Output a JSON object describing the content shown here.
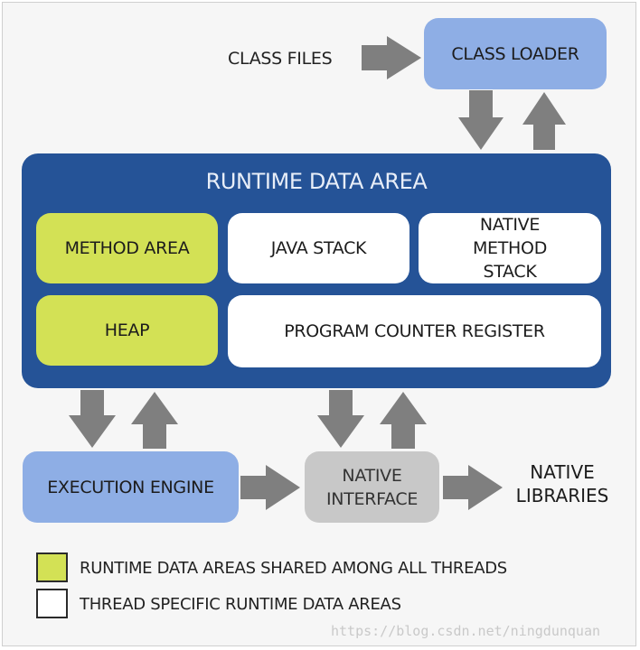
{
  "class_files": "CLASS FILES",
  "class_loader": "CLASS LOADER",
  "runtime": {
    "title": "RUNTIME DATA AREA",
    "method_area": "METHOD AREA",
    "java_stack": "JAVA STACK",
    "native_method_stack": "NATIVE METHOD STACK",
    "heap": "HEAP",
    "program_counter_register": "PROGRAM COUNTER REGISTER"
  },
  "execution_engine": "EXECUTION ENGINE",
  "native_interface": "NATIVE INTERFACE",
  "native_libraries": "NATIVE LIBRARIES",
  "legend": {
    "shared": "RUNTIME DATA AREAS SHARED AMONG ALL THREADS",
    "thread_specific": "THREAD SPECIFIC RUNTIME DATA AREAS"
  },
  "watermark": "https://blog.csdn.net/ningdunquan",
  "colors": {
    "shared_area": "#d3e155",
    "thread_area": "#ffffff",
    "runtime_area": "#255397",
    "component": "#8eaee5",
    "arrow": "#7f7f7f"
  }
}
